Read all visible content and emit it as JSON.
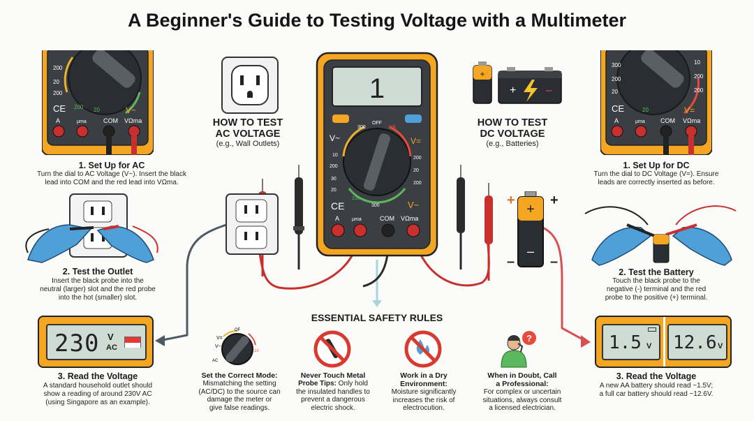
{
  "title": "A Beginner's Guide to Testing Voltage with a Multimeter",
  "ac": {
    "heading": "HOW TO TEST AC VOLTAGE",
    "heading_line1": "HOW TO TEST",
    "heading_line2": "AC VOLTAGE",
    "subheading": "(e.g., Wall Outlets)",
    "steps": [
      {
        "title": "1. Set Up for AC",
        "text_line1": "Turn the dial to AC Voltage (V~). Insert the black",
        "text_line2": "lead into COM and the red lead into VΩma."
      },
      {
        "title": "2. Test the Outlet",
        "text_line1": "Insert the black probe into the",
        "text_line2": "neutral (larger) slot and the red probe",
        "text_line3": "into the hot (smaller) slot."
      },
      {
        "title": "3. Read the Voltage",
        "text_line1": "A standard household outlet should",
        "text_line2": "show a reading of around 230V AC",
        "text_line3": "(using Singapore as an example)."
      }
    ],
    "reading": "230",
    "reading_unit_top": "V",
    "reading_unit_bottom": "AC"
  },
  "dc": {
    "heading_line1": "HOW TO TEST",
    "heading_line2": "DC VOLTAGE",
    "subheading": "(e.g., Batteries)",
    "steps": [
      {
        "title": "1. Set Up for DC",
        "text_line1": "Turn the dial to DC Voltage (V=). Ensure",
        "text_line2": "leads are correctly inserted as before."
      },
      {
        "title": "2. Test the Battery",
        "text_line1": "Touch the black probe to the",
        "text_line2": "negative (-) terminal and the red",
        "text_line3": "probe to the positive (+) terminal."
      },
      {
        "title": "3. Read the Voltage",
        "text_line1": "A new AA battery should read ~1.5V;",
        "text_line2": "a full car battery should read ~12.6V."
      }
    ],
    "reading_aa": "1.5",
    "reading_car": "12.6",
    "reading_unit": "V",
    "plus": "+",
    "minus": "–"
  },
  "meter": {
    "display": "1",
    "dial_labels": [
      "OFF",
      "300",
      "200",
      "20",
      "200",
      "20",
      "10",
      "200",
      "30",
      "230",
      "300",
      "V~",
      "V=",
      "10k",
      "CE"
    ],
    "ports": [
      "A",
      "μma",
      "COM",
      "VΩma"
    ]
  },
  "safety": {
    "heading": "ESSENTIAL SAFETY RULES",
    "rules": [
      {
        "title1": "Set the Correct Mode:",
        "body": [
          "Mismatching the setting",
          "(AC/DC) to the source can",
          "damage the meter or",
          "give false readings."
        ]
      },
      {
        "title1": "Never Touch Metal",
        "title2": "Probe Tips:",
        "body_inline": "Only hold",
        "body": [
          "the insulated handles to",
          "prevent a dangerous",
          "electric shock."
        ]
      },
      {
        "title1": "Work in a Dry",
        "title2": "Environment:",
        "body_inline": "",
        "body": [
          "Moisture significantly",
          "increases the risk of",
          "electrocution."
        ]
      },
      {
        "title1": "When in Doubt, Call",
        "title2": "a Professional:",
        "body_inline": "",
        "body": [
          "For complex or uncertain",
          "situations, always consult",
          "a licensed electrician."
        ]
      }
    ]
  },
  "colors": {
    "meter_body": "#f4a623",
    "meter_face": "#3b3f44",
    "lcd": "#cfdcd6",
    "probe_red": "#d42a2a",
    "probe_black": "#2a2a2a",
    "glove": "#4f9fd8",
    "arrow": "#4d5a63",
    "arrow_red": "#d65252",
    "danger": "#d93a2f"
  }
}
